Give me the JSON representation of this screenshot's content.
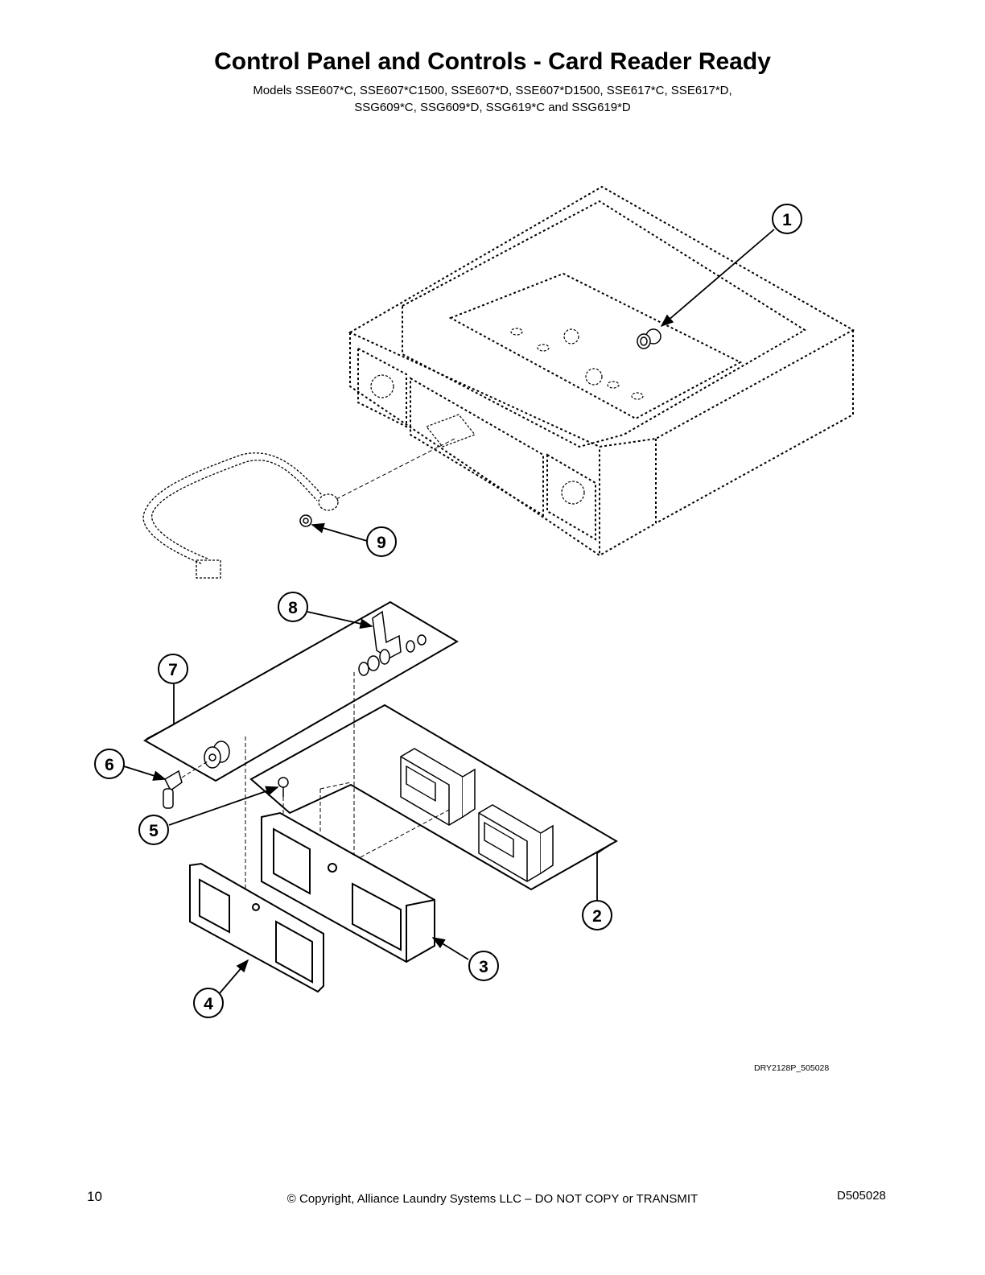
{
  "header": {
    "title": "Control Panel and Controls - Card Reader Ready",
    "models_line1": "Models SSE607*C, SSE607*C1500, SSE607*D, SSE607*D1500, SSE617*C, SSE617*D,",
    "models_line2": "SSG609*C, SSG609*D, SSG619*C and SSG619*D"
  },
  "diagram": {
    "callouts": [
      "1",
      "2",
      "3",
      "4",
      "5",
      "6",
      "7",
      "8",
      "9"
    ],
    "reference_code": "DRY2128P_505028"
  },
  "footer": {
    "page_number": "10",
    "copyright": "© Copyright, Alliance Laundry Systems LLC – DO NOT COPY or TRANSMIT",
    "doc_number": "D505028"
  }
}
